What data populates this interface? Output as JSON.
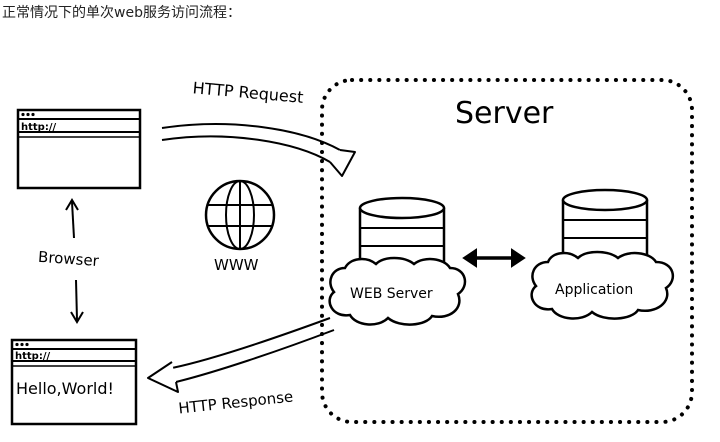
{
  "caption": "正常情况下的单次web服务访问流程：",
  "diagram": {
    "server_title": "Server",
    "http_request": "HTTP Request",
    "http_response": "HTTP Response",
    "www": "WWW",
    "browser": "Browser",
    "browser_top_url": "http://",
    "browser_bottom_url": "http://",
    "browser_bottom_content": "Hello,World!",
    "web_server": "WEB Server",
    "application": "Application"
  }
}
